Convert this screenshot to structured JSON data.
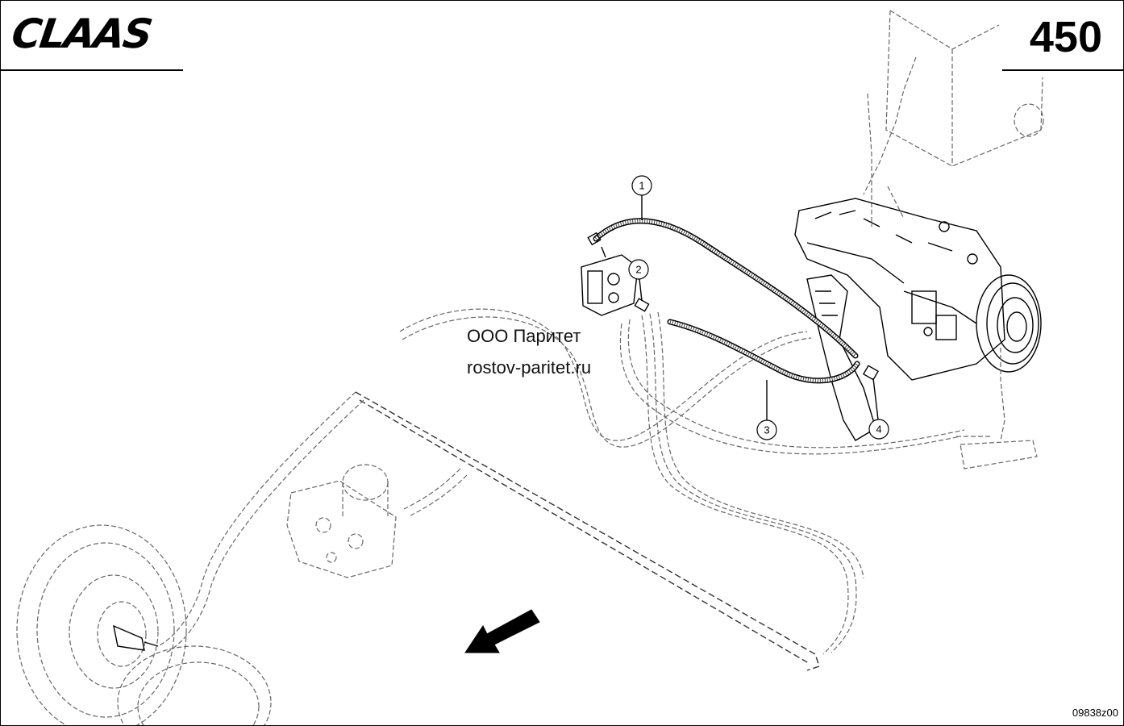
{
  "header": {
    "brand": "CLAAS",
    "page_number": "450"
  },
  "watermark": {
    "line1": "ООО Паритет",
    "line2": "rostov-paritet.ru"
  },
  "footer": {
    "drawing_code": "09838z00"
  },
  "callouts": [
    {
      "label": "1"
    },
    {
      "label": "2"
    },
    {
      "label": "3"
    },
    {
      "label": "4"
    }
  ]
}
